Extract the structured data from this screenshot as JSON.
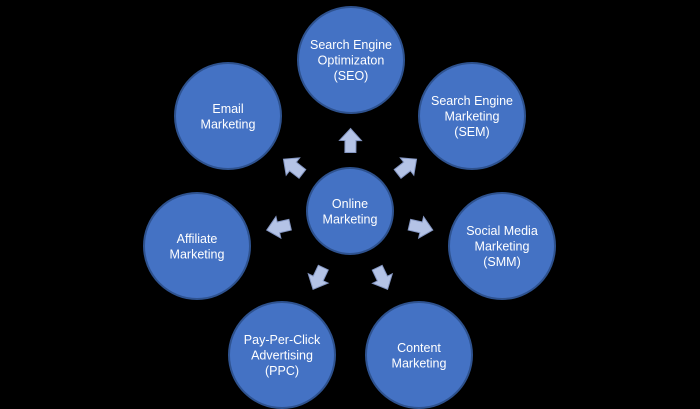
{
  "colors": {
    "background": "#000000",
    "node_fill": "#4472C4",
    "node_stroke": "#2E528F",
    "arrow_fill": "#B4C3E6",
    "text": "#FFFFFF"
  },
  "center": {
    "lines": [
      "Online",
      "Marketing"
    ]
  },
  "nodes": [
    {
      "id": "seo",
      "lines": [
        "Search Engine",
        "Optimizaton",
        "(SEO)"
      ]
    },
    {
      "id": "sem",
      "lines": [
        "Search Engine",
        "Marketing",
        "(SEM)"
      ]
    },
    {
      "id": "smm",
      "lines": [
        "Social Media",
        "Marketing",
        "(SMM)"
      ]
    },
    {
      "id": "content",
      "lines": [
        "Content",
        "Marketing"
      ]
    },
    {
      "id": "ppc",
      "lines": [
        "Pay-Per-Click",
        "Advertising",
        "(PPC)"
      ]
    },
    {
      "id": "affiliate",
      "lines": [
        "Affiliate",
        "Marketing"
      ]
    },
    {
      "id": "email",
      "lines": [
        "Email",
        "Marketing"
      ]
    }
  ]
}
